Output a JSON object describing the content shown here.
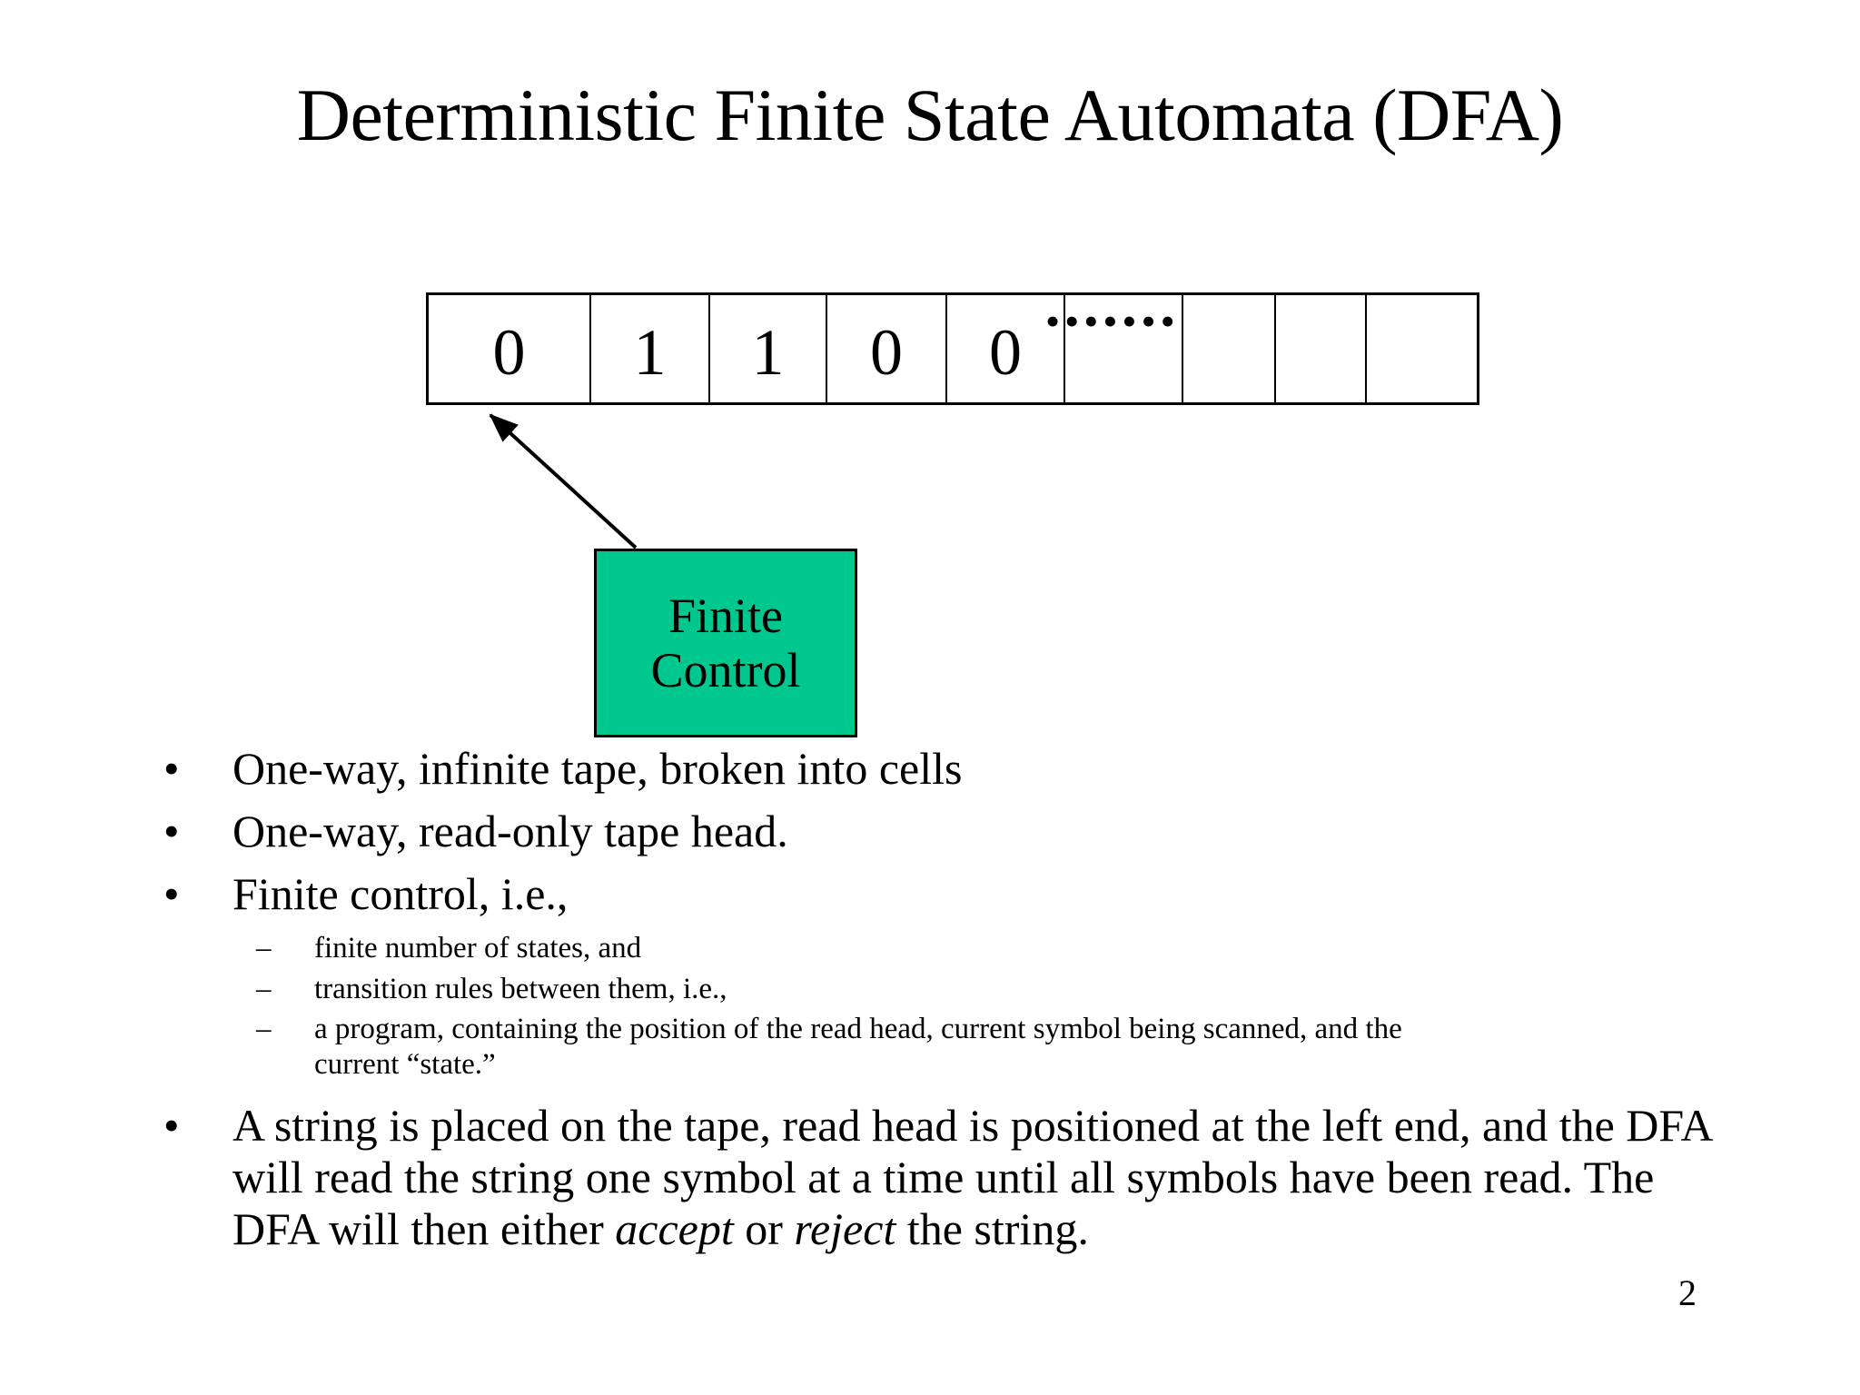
{
  "slide": {
    "title": "Deterministic Finite State Automata (DFA)",
    "page_number": "2",
    "background_color": "#FFFFFF",
    "text_color": "#000000"
  },
  "diagram": {
    "tape": {
      "cells": [
        "0",
        "1",
        "1",
        "0",
        "0",
        "",
        "",
        "",
        ""
      ],
      "ellipsis": "•••••••",
      "ellipsis_cell_index": 5,
      "border_color": "#000000"
    },
    "finite_control": {
      "line1": "Finite",
      "line2": "Control",
      "fill_color": "#00C78E",
      "border_color": "#000000"
    },
    "read_head_arrow": {
      "from": "finite-control-top-left",
      "to": "tape-cell-0-bottom",
      "color": "#000000"
    }
  },
  "bullets": [
    {
      "level": 1,
      "marker": "•",
      "text": "One-way, infinite tape, broken into cells"
    },
    {
      "level": 1,
      "marker": "•",
      "text": "One-way, read-only tape head."
    },
    {
      "level": 1,
      "marker": "•",
      "text": "Finite control, i.e.,"
    },
    {
      "level": 2,
      "marker": "–",
      "text": "finite number of states, and"
    },
    {
      "level": 2,
      "marker": "–",
      "text": "transition rules between them, i.e.,"
    },
    {
      "level": 2,
      "marker": "–",
      "text": "a program, containing the position of the read head, current symbol being scanned, and the current “state.”"
    }
  ],
  "final_bullet": {
    "marker": "•",
    "part1": "A string is placed on the tape, read head is positioned at the left end, and the DFA will read the string one symbol at a time until all symbols have been read. The DFA will then either ",
    "italic1": "accept",
    "mid": " or ",
    "italic2": "reject",
    "part2": " the string."
  }
}
